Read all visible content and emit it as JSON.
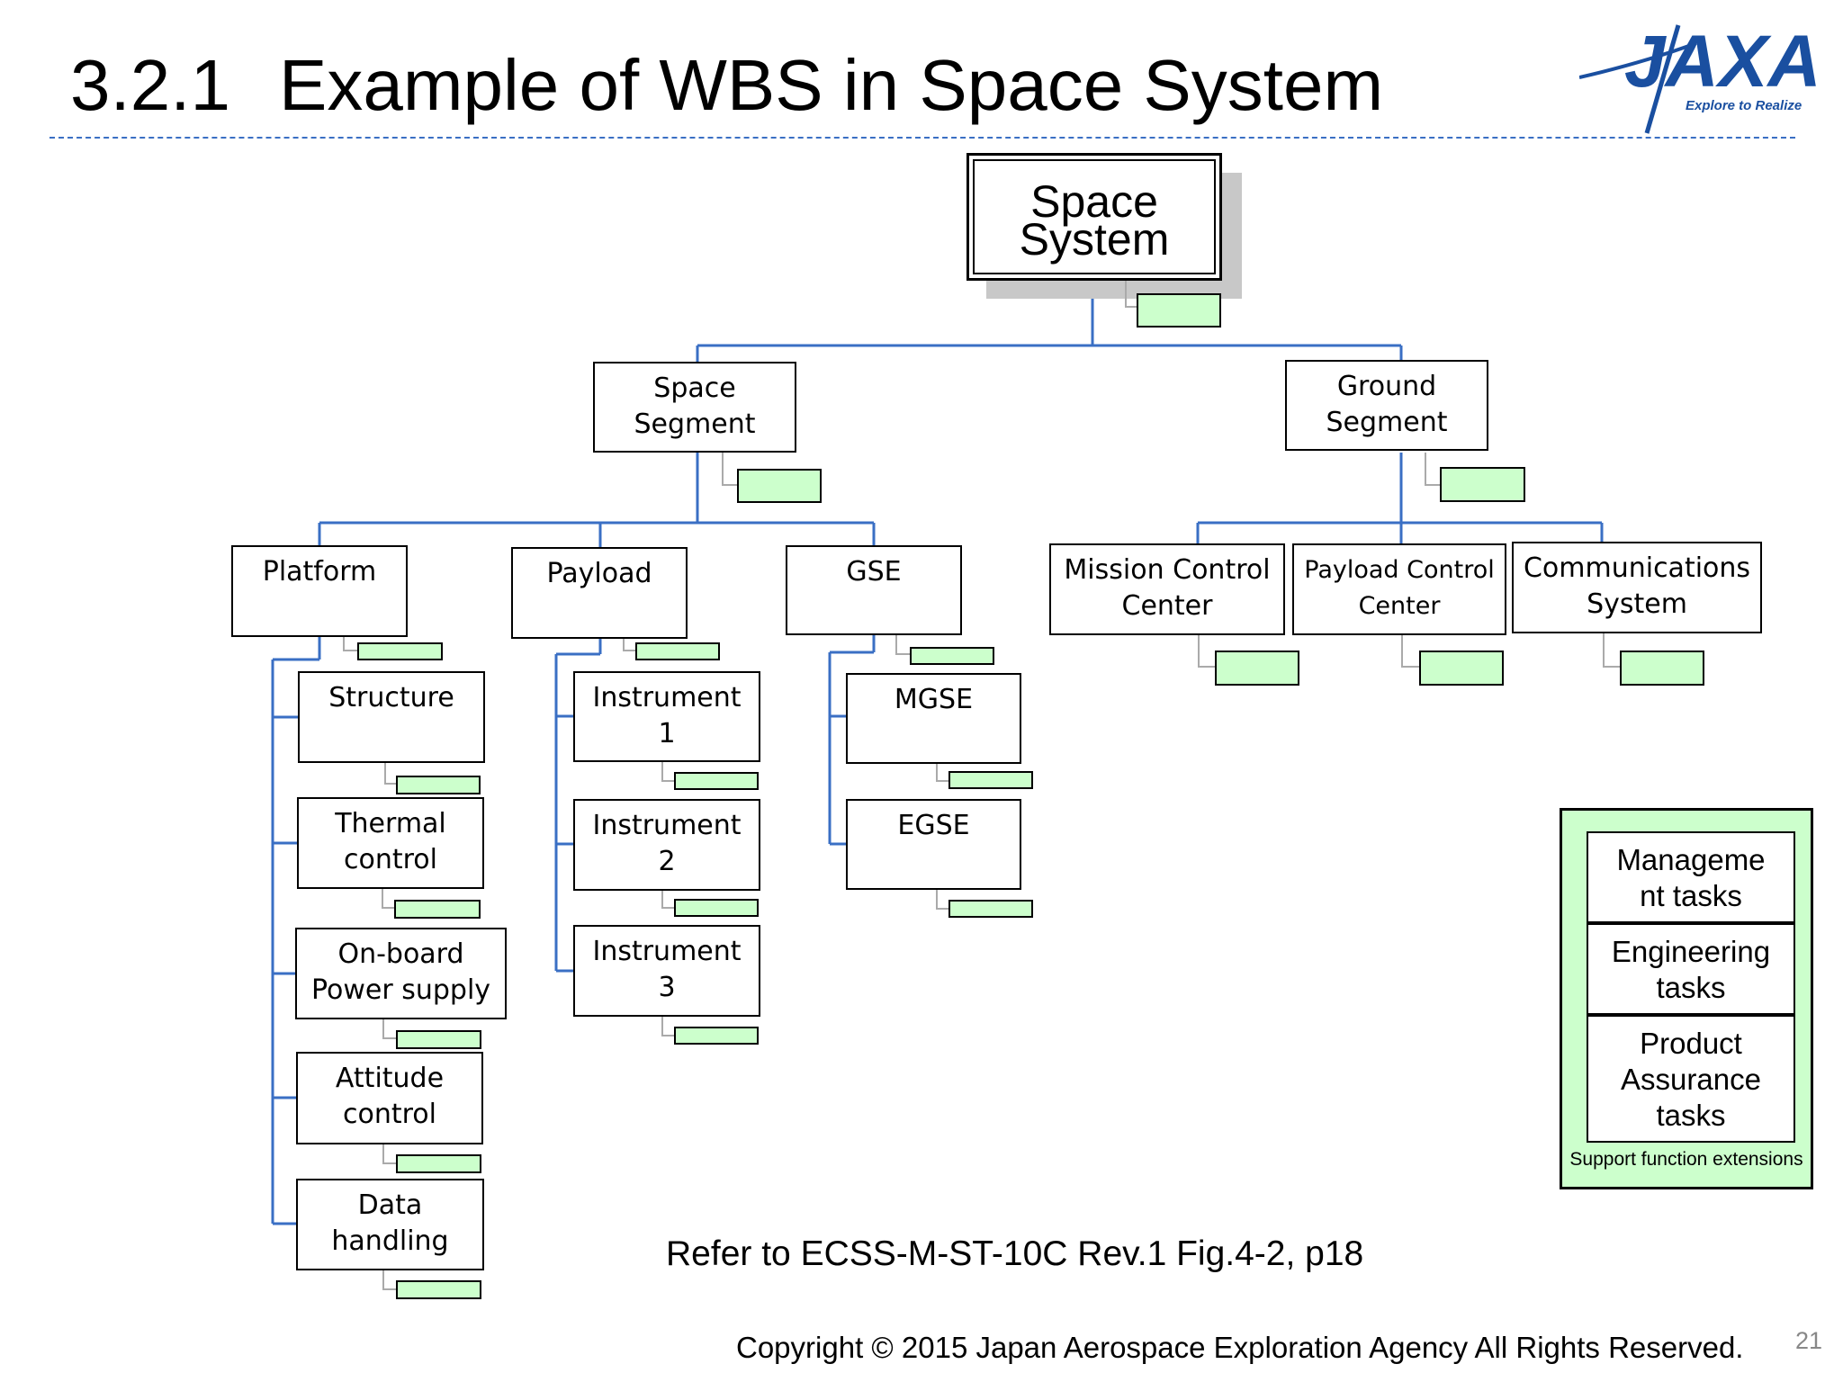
{
  "slide": {
    "section_number": "3.2.1",
    "title": "Example of WBS in Space System",
    "logo_text": "JAXA",
    "logo_tagline": "Explore to Realize",
    "reference": "Refer to ECSS-M-ST-10C Rev.1  Fig.4-2, p18",
    "copyright": "Copyright © 2015 Japan Aerospace Exploration Agency All Rights Reserved.",
    "page_number": "21"
  },
  "colors": {
    "connector_line": "#3a6fc4",
    "tag_fill": "#ccffcc",
    "legend_fill": "#ccffcc",
    "shadow": "#c8c8c8"
  },
  "nodes": {
    "space_system": "Space\nSystem",
    "space_segment": "Space\nSegment",
    "ground_segment": "Ground\nSegment",
    "platform": "Platform",
    "payload": "Payload",
    "gse": "GSE",
    "mission_control_center": "Mission Control\nCenter",
    "payload_control_center": "Payload Control\nCenter",
    "communications_system": "Communications\nSystem",
    "structure": "Structure",
    "thermal_control": "Thermal\ncontrol",
    "onboard_power_supply": "On-board\nPower supply",
    "attitude_control": "Attitude\ncontrol",
    "data_handling": "Data\nhandling",
    "instrument_1": "Instrument\n1",
    "instrument_2": "Instrument\n2",
    "instrument_3": "Instrument\n3",
    "mgse": "MGSE",
    "egse": "EGSE"
  },
  "legend": {
    "management": "Manageme\nnt tasks",
    "engineering": "Engineering\ntasks",
    "product_assurance": "Product\nAssurance\ntasks",
    "caption": "Support function extensions"
  }
}
